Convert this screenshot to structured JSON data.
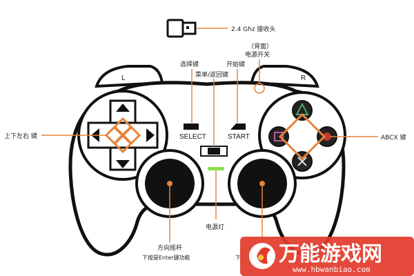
{
  "labels": {
    "receiver": "2.4 Ghz 接收头",
    "power_switch_paren": "（背面）",
    "power_switch": "电源开关",
    "select_key": "选择键",
    "start_key": "开始键",
    "menu_back_key": "菜单/返回键",
    "dpad_keys": "上下左右 键",
    "abcx_keys": "ABCX 键",
    "power_led": "电源灯",
    "joystick": "方向摇杆",
    "joystick_note": "下按是Enter键功能",
    "right_partial": "下"
  },
  "buttons": {
    "l": "L",
    "r": "R",
    "select": "SELECT",
    "start": "START"
  },
  "watermark": {
    "text": "万能游戏网",
    "url": "www.hbwanbiao.com"
  },
  "colors": {
    "callout": "#e8823a",
    "outline": "#111111",
    "led": "#8be04a",
    "triangle": "#4aa86a",
    "circle": "#c0392b",
    "square": "#c05a9a",
    "watermark_bg": "#e23a2a"
  }
}
